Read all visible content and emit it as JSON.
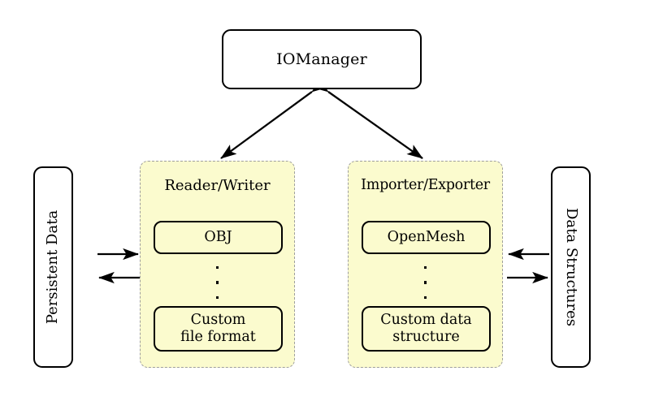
{
  "diagram": {
    "title_node": {
      "label": "IOManager"
    },
    "left_store": {
      "label": "Persistent Data"
    },
    "right_store": {
      "label": "Data Structures"
    },
    "groups": [
      {
        "title": "Reader/Writer",
        "items": [
          {
            "label": "OBJ"
          },
          {
            "label": "Custom\nfile format",
            "line1": "Custom",
            "line2": "file format"
          }
        ],
        "ellipsis": "⋮"
      },
      {
        "title": "Importer/Exporter",
        "items": [
          {
            "label": "OpenMesh"
          },
          {
            "label": "Custom data\nstructure",
            "line1": "Custom data",
            "line2": "structure"
          }
        ],
        "ellipsis": "⋮"
      }
    ],
    "connections": [
      {
        "name": "manager-to-reader-writer",
        "kind": "double-arrow"
      },
      {
        "name": "manager-to-importer-exporter",
        "kind": "double-arrow"
      },
      {
        "name": "persistent-data-to-reader-writer",
        "kind": "arrow-right"
      },
      {
        "name": "reader-writer-to-persistent-data",
        "kind": "arrow-left"
      },
      {
        "name": "data-structures-to-importer-exporter",
        "kind": "arrow-left"
      },
      {
        "name": "importer-exporter-to-data-structures",
        "kind": "arrow-right"
      }
    ]
  },
  "colors": {
    "group_fill": "#fbfbce",
    "group_border": "#9e9e9e",
    "stroke": "#000000",
    "background": "#ffffff"
  }
}
